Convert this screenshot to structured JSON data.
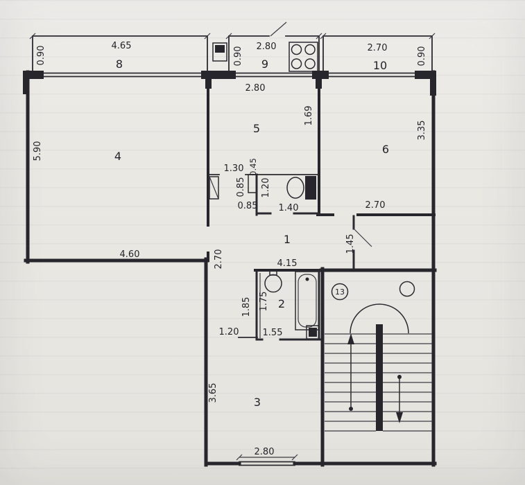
{
  "plan": {
    "rooms": {
      "hall": "1",
      "bath": "2",
      "room3": "3",
      "room4": "4",
      "kitchen": "5",
      "room6": "6",
      "balcony8": "8",
      "balcony9": "9",
      "balcony10": "10",
      "stair_badge": "13"
    },
    "dims": {
      "bal8_d": "0.90",
      "bal8_w": "4.65",
      "bal9_d": "0.90",
      "bal9_w": "2.80",
      "bal10_w": "2.70",
      "bal10_d": "0.90",
      "kitchen_w": "2.80",
      "kitchen_h": "1.69",
      "room4_h": "5.90",
      "room4_w": "4.60",
      "room6_h": "3.35",
      "room6_w": "2.70",
      "niche_w": "1.30",
      "niche_d": "0.45",
      "duct_h": "0.85",
      "duct_w": "0.85",
      "wc_h": "1.20",
      "wc_w": "1.40",
      "hall_w": "4.15",
      "hall_h": "2.70",
      "vest_h": "1.45",
      "bath_out_h": "1.85",
      "bath_in_h": "1.75",
      "bath_w": "1.55",
      "corr_w": "1.20",
      "room3_h": "3.65",
      "room3_w": "2.80"
    }
  }
}
